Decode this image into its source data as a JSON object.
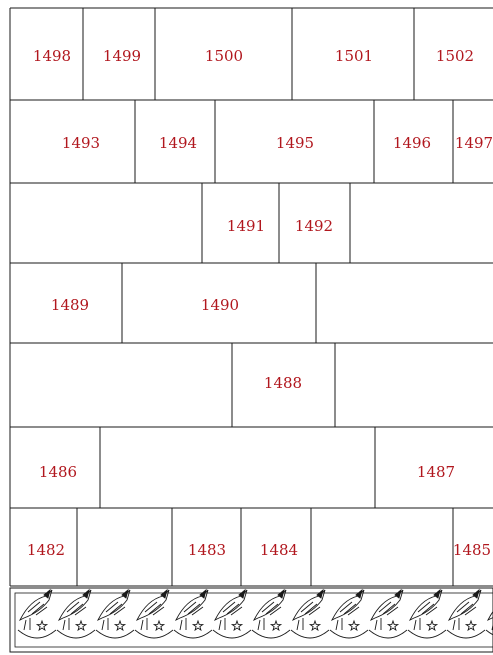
{
  "colors": {
    "line": "#1a1a1a",
    "label": "#b1171e",
    "background": "#ffffff"
  },
  "rows": [
    {
      "labels": [
        "1498",
        "1499",
        "1500",
        "1501",
        "1502"
      ]
    },
    {
      "labels": [
        "1493",
        "1494",
        "1495",
        "1496",
        "1497"
      ]
    },
    {
      "labels": [
        "1491",
        "1492"
      ]
    },
    {
      "labels": [
        "1489",
        "1490"
      ]
    },
    {
      "labels": [
        "1488"
      ]
    },
    {
      "labels": [
        "1486",
        "1487"
      ]
    },
    {
      "labels": [
        "1482",
        "1483",
        "1484",
        "1485"
      ]
    }
  ],
  "frieze": {
    "motif": "bird-and-star-icon"
  }
}
